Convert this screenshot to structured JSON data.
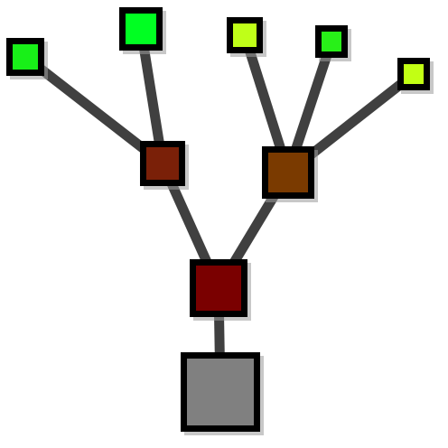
{
  "diagram": {
    "colors": {
      "background": "#ffffff",
      "edge": "#404040",
      "border": "#000000",
      "shadow": "#9a9a9a"
    },
    "nodes": [
      {
        "id": "root-gray",
        "fill": "#808080"
      },
      {
        "id": "trunk-dark-red",
        "fill": "#7a0000"
      },
      {
        "id": "branch-left-brown",
        "fill": "#7a2008"
      },
      {
        "id": "branch-right-brown",
        "fill": "#7a3a00"
      },
      {
        "id": "leaf-green-far-left",
        "fill": "#18f018"
      },
      {
        "id": "leaf-green-top",
        "fill": "#00ff22"
      },
      {
        "id": "leaf-lime-middle",
        "fill": "#bfff18"
      },
      {
        "id": "leaf-green-small",
        "fill": "#28f018"
      },
      {
        "id": "leaf-lime-right",
        "fill": "#c2ff14"
      }
    ],
    "edges": [
      {
        "from": "root-gray",
        "to": "trunk-dark-red"
      },
      {
        "from": "trunk-dark-red",
        "to": "branch-left-brown"
      },
      {
        "from": "trunk-dark-red",
        "to": "branch-right-brown"
      },
      {
        "from": "branch-left-brown",
        "to": "leaf-green-far-left"
      },
      {
        "from": "branch-left-brown",
        "to": "leaf-green-top"
      },
      {
        "from": "branch-right-brown",
        "to": "leaf-lime-middle"
      },
      {
        "from": "branch-right-brown",
        "to": "leaf-green-small"
      },
      {
        "from": "branch-right-brown",
        "to": "leaf-lime-right"
      }
    ]
  }
}
